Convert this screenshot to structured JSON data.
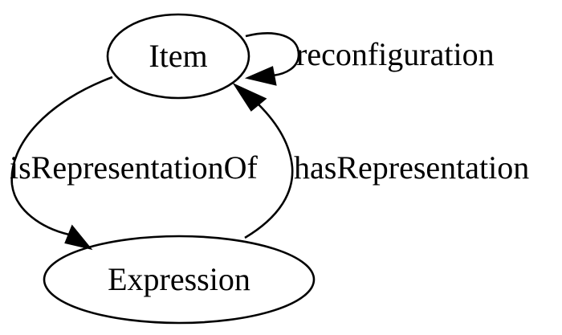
{
  "diagram": {
    "nodes": {
      "item": {
        "label": "Item"
      },
      "expression": {
        "label": "Expression"
      }
    },
    "edges": {
      "reconfiguration": {
        "label": "reconfiguration",
        "from": "Item",
        "to": "Item"
      },
      "is_representation_of": {
        "label": "isRepresentationOf",
        "from": "Item",
        "to": "Expression"
      },
      "has_representation": {
        "label": "hasRepresentation",
        "from": "Expression",
        "to": "Item"
      }
    }
  }
}
